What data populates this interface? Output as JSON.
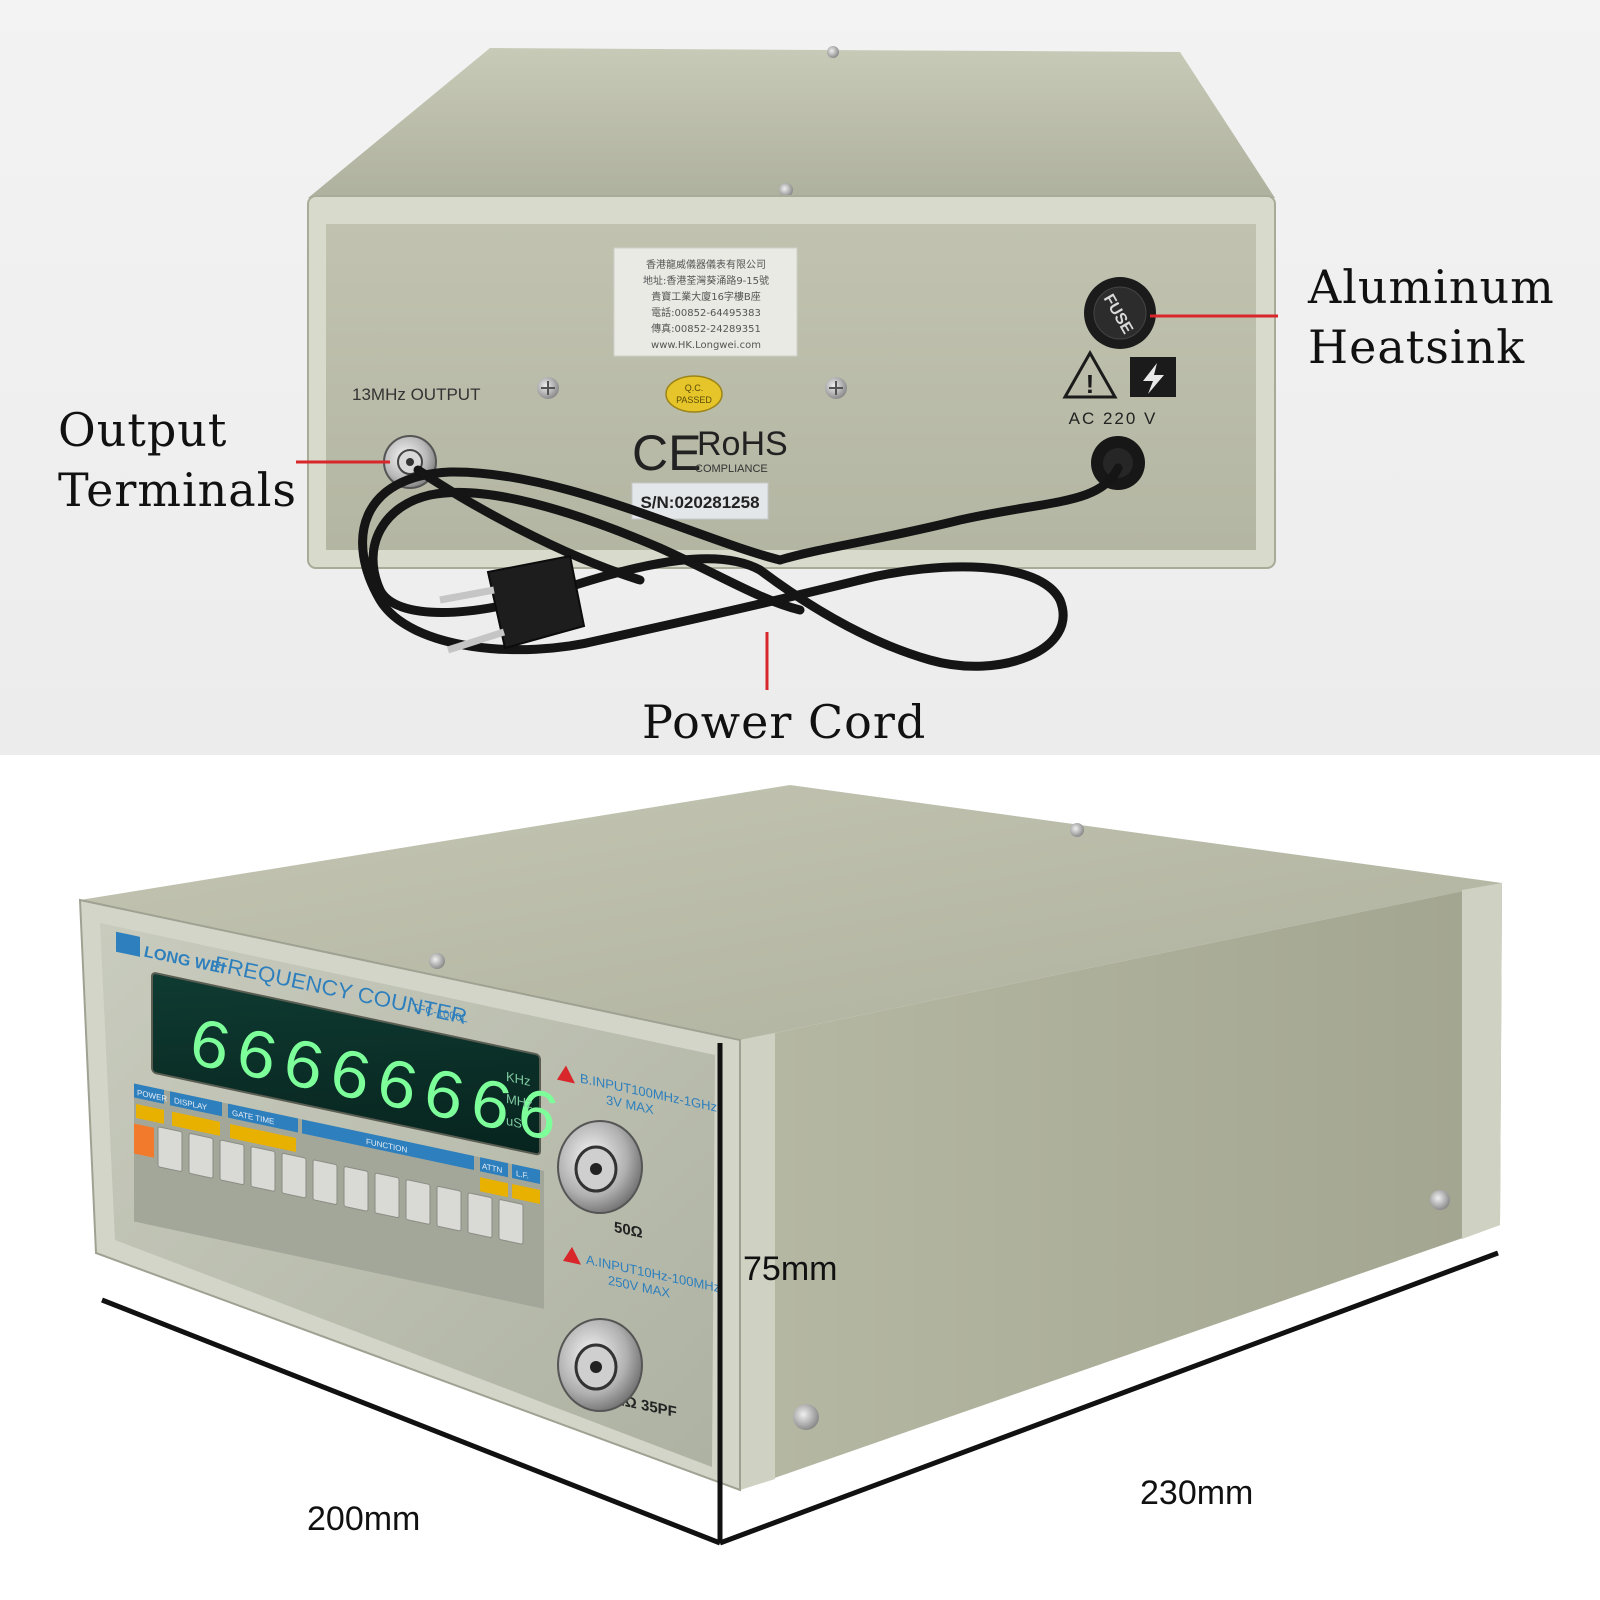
{
  "rear_photo": {
    "callouts": {
      "heatsink": [
        "Aluminum",
        "Heatsink"
      ],
      "output": [
        "Output",
        "Terminals"
      ],
      "power": "Power Cord"
    },
    "panel": {
      "output_label": "13MHz OUTPUT",
      "fuse_label": "FUSE",
      "voltage": "AC 220 V",
      "serial": "S/N:020281258",
      "rohs": "RoHS",
      "rohs_sub": "COMPLIANCE",
      "ce": "CE",
      "qc": [
        "Q.C.",
        "PASSED"
      ],
      "sticker_lines": [
        "香港龍威儀器儀表有限公司",
        "地址:香港荃灣葵涌路9-15號",
        "貴寶工業大廈16字樓B座",
        "電話:00852-64495383",
        "傳真:00852-24289351",
        "www.HK.Longwei.com"
      ]
    }
  },
  "front_photo": {
    "dimensions": {
      "height": "75mm",
      "depth": "200mm",
      "width": "230mm"
    },
    "panel": {
      "brand": "LONG WEI",
      "title": "FREQUENCY COUNTER",
      "model": "TFC-1000L",
      "display_digits": "66666666",
      "units": [
        "KHz",
        "MHz",
        "uS"
      ],
      "b_input": [
        "B.INPUT100MHz-1GHz",
        "3V MAX"
      ],
      "b_impedance": "50Ω",
      "a_input": [
        "A.INPUT10Hz-100MHz",
        "250V MAX"
      ],
      "a_impedance": "1MΩ 35PF",
      "sections": [
        "POWER",
        "DISPLAY",
        "GATE TIME",
        "FUNCTION",
        "ATTN",
        "L.F."
      ]
    }
  },
  "colors": {
    "chassis": "#b9bba8",
    "chassis_dark": "#9c9f8c",
    "bezel": "#d6d8ca",
    "cable": "#1a1a1a",
    "leader_line": "#d8262b",
    "vfd": "#7dff9a"
  }
}
